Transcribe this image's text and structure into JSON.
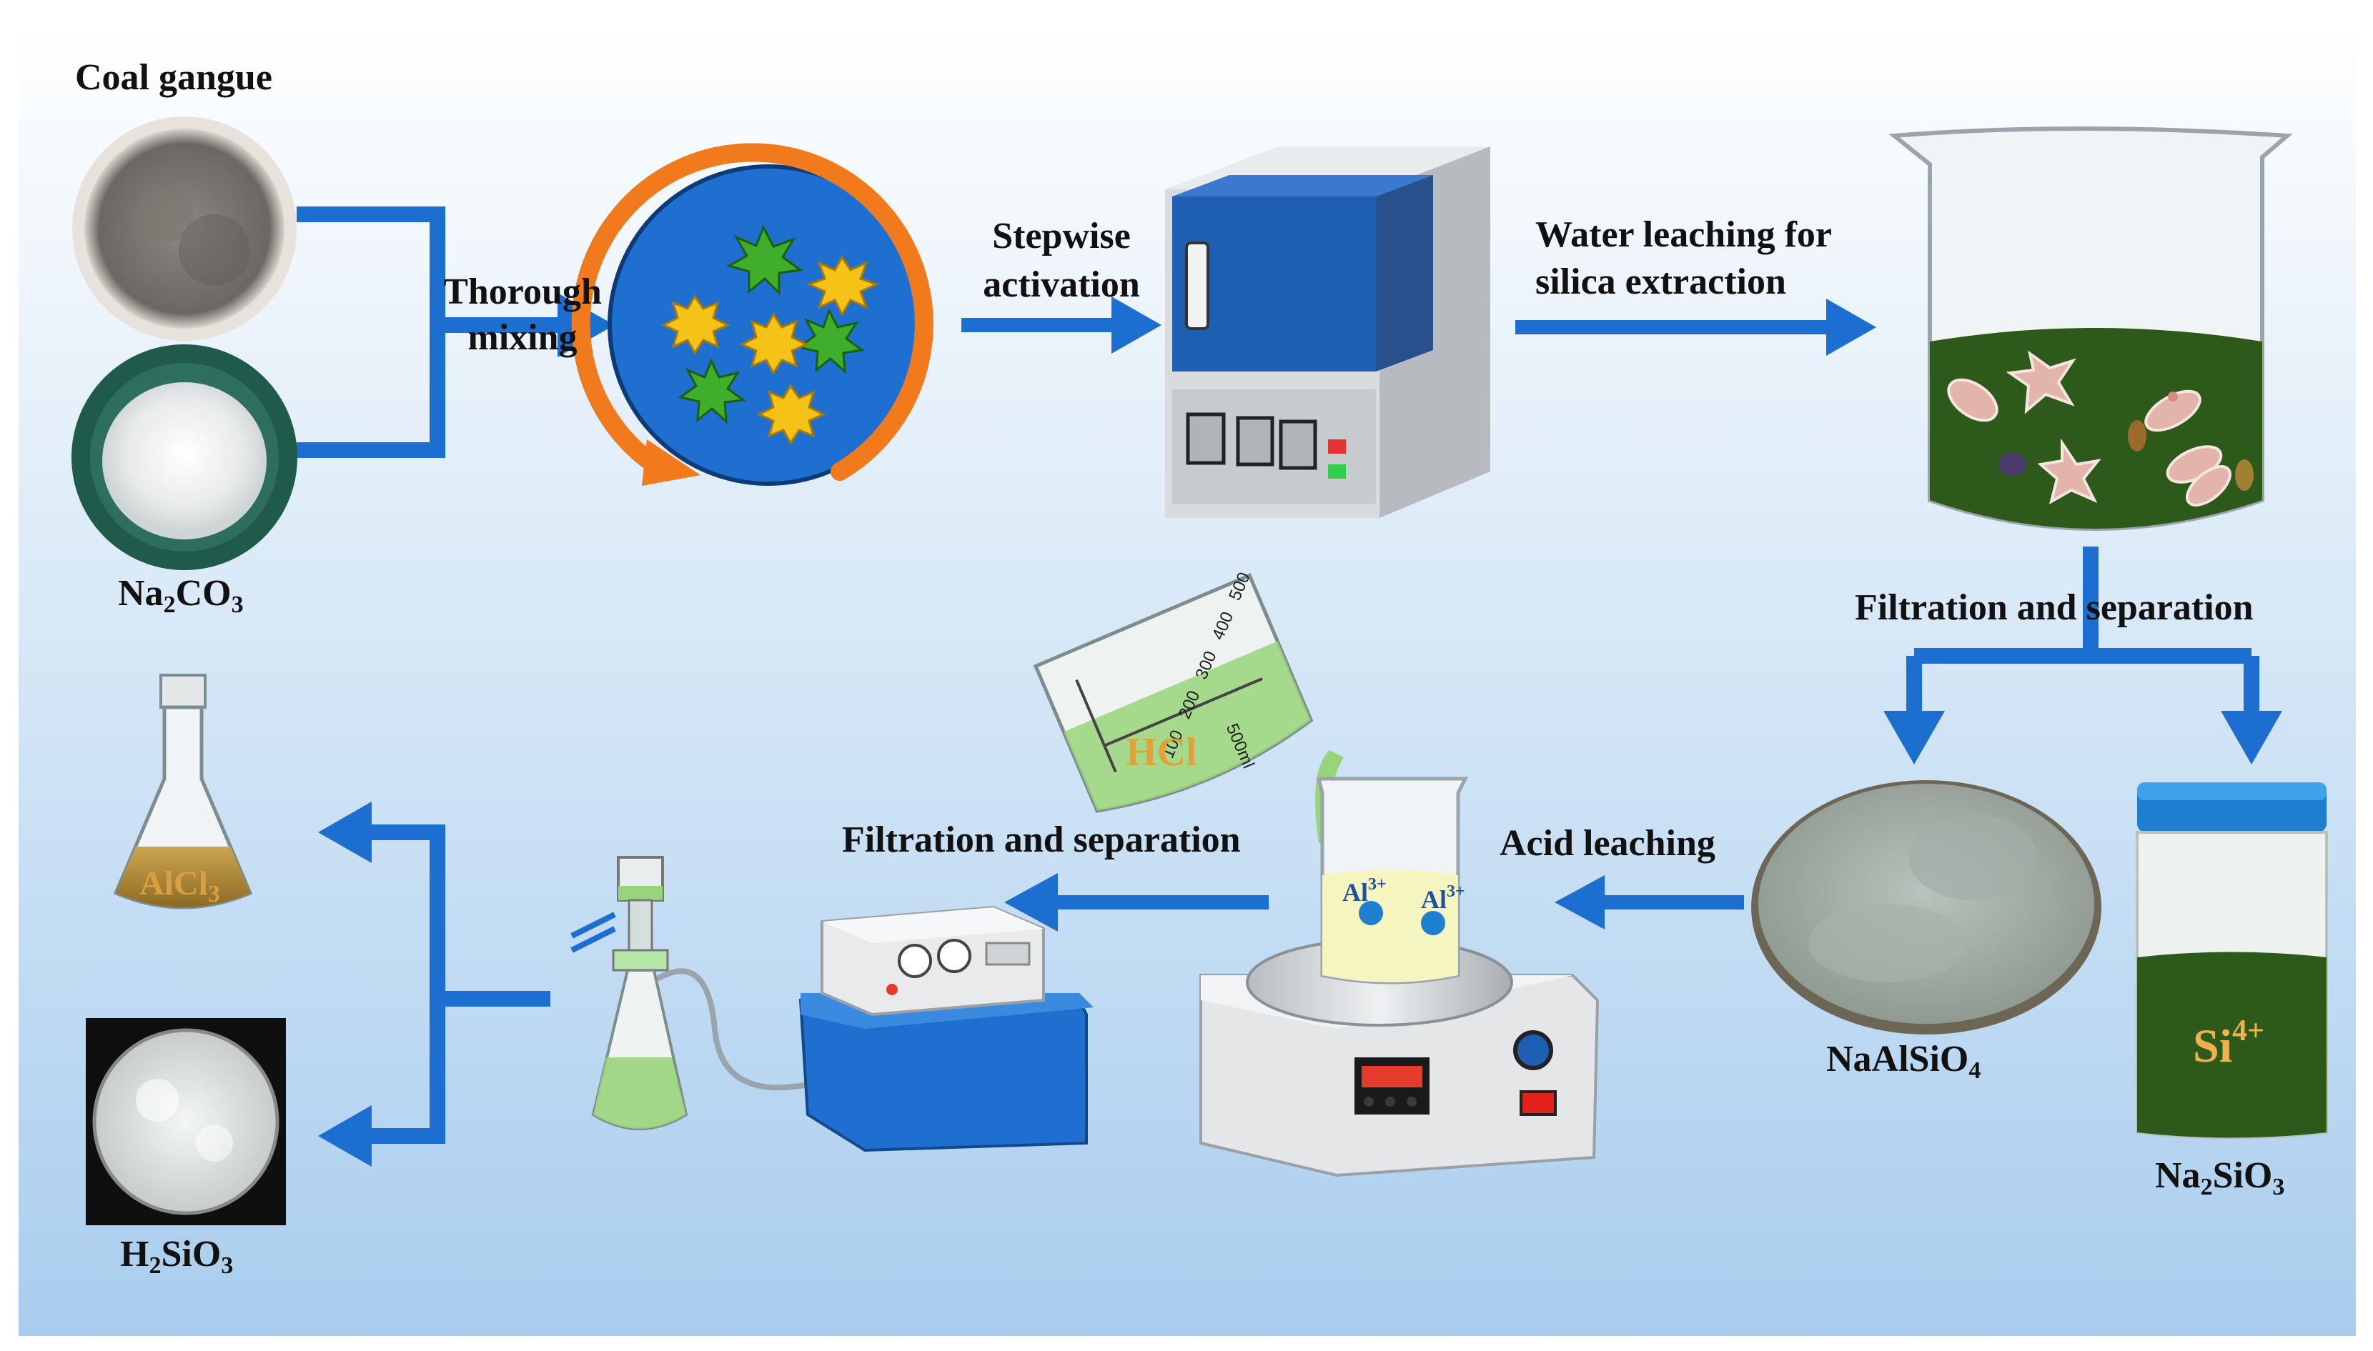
{
  "colors": {
    "arrow": "#1c6fd1",
    "bg_top": "#ffffff",
    "bg_bottom": "#a9cdee",
    "dark_green": "#2d5a1a",
    "furnace_blue": "#1e5fb4",
    "hcl_gold": "#e0a23a",
    "si_gold": "#f0b050"
  },
  "labels": {
    "coal_gangue": "Coal gangue",
    "na2co3_base": "Na",
    "na2co3_sub1": "2",
    "na2co3_mid": "CO",
    "na2co3_sub2": "3",
    "thorough_mixing_1": "Thorough",
    "thorough_mixing_2": "mixing",
    "stepwise_activation_1": "Stepwise",
    "stepwise_activation_2": "activation",
    "water_leaching_1": "Water leaching for",
    "water_leaching_2": "silica extraction",
    "filtration_top": "Filtration and separation",
    "filtration_mid": "Filtration and separation",
    "acid_leaching": "Acid leaching",
    "naalsio4_base": "NaAlSiO",
    "naalsio4_sub": "4",
    "na2sio3_base": "Na",
    "na2sio3_sub1": "2",
    "na2sio3_mid": "SiO",
    "na2sio3_sub2": "3",
    "h2sio3_base": "H",
    "h2sio3_sub1": "2",
    "h2sio3_mid": "SiO",
    "h2sio3_sub2": "3",
    "alcl3_base": "AlCl",
    "alcl3_sub": "3",
    "hcl": "HCl",
    "si_base": "Si",
    "si_sup": "4+",
    "al_left": "Al",
    "al_left_sup": "3+",
    "al_right": "Al",
    "al_right_sup": "3+",
    "beaker_marks": [
      "100",
      "200",
      "300",
      "400",
      "500"
    ],
    "beaker_volume": "500ml"
  }
}
